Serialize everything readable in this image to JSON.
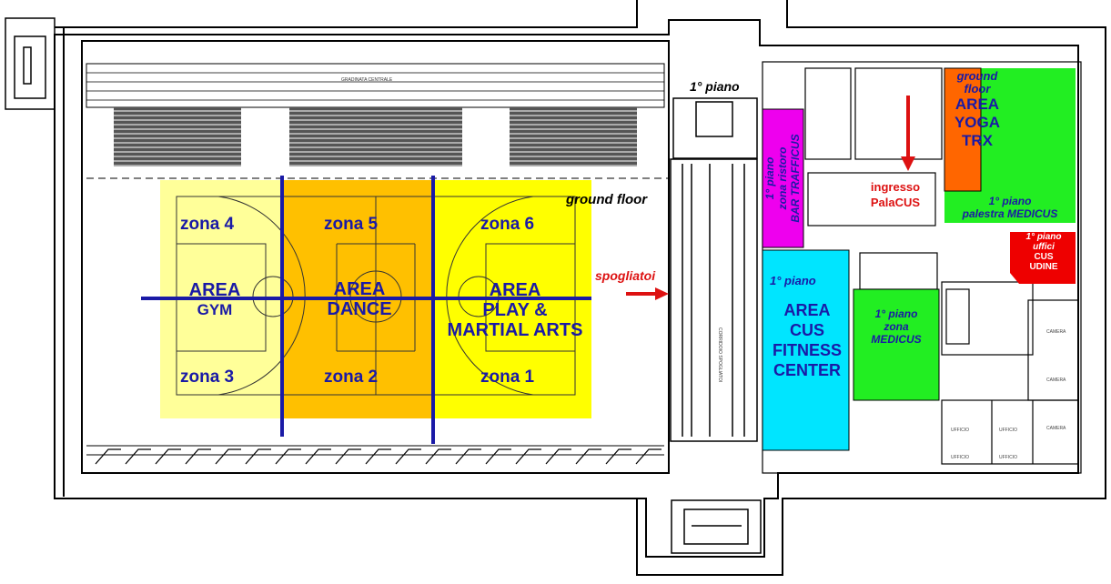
{
  "top": {
    "gradinata": "GRADINATA CENTRALE",
    "piano1_top": "1° piano",
    "ground_floor": "ground floor",
    "spogliatoi": "spogliatoi",
    "corridor_text": "CORRIDOIO SPOGLIATOI"
  },
  "zones": {
    "z4": "zona 4",
    "z5": "zona 5",
    "z6": "zona 6",
    "z3": "zona 3",
    "z2": "zona 2",
    "z1": "zona 1"
  },
  "areas": {
    "gym": [
      "AREA",
      "GYM"
    ],
    "dance": [
      "AREA",
      "DANCE"
    ],
    "play": [
      "AREA",
      "PLAY &",
      "MARTIAL ARTS"
    ]
  },
  "right": {
    "bar": [
      "1° piano",
      "zona ristoro",
      "BAR TRAFFICUS"
    ],
    "ingresso": [
      "ingresso",
      "PalaCUS"
    ],
    "yoga": [
      "ground",
      "floor",
      "AREA",
      "YOGA",
      "TRX"
    ],
    "palestra": [
      "1° piano",
      "palestra MEDICUS"
    ],
    "uffici": [
      "1° piano",
      "uffici",
      "CUS",
      "UDINE"
    ],
    "fitness_head": "1° piano",
    "fitness": [
      "AREA",
      "CUS",
      "FITNESS",
      "CENTER"
    ],
    "medicus": [
      "1° piano",
      "zona",
      "MEDICUS"
    ]
  },
  "rooms": [
    "CAMERA",
    "CAMERA",
    "CAMERA",
    "UFFICIO",
    "UFFICIO",
    "UFFICIO",
    "UFFICIO"
  ],
  "colors": {
    "yellow_light": "#ffff99",
    "yellow": "#ffff00",
    "orange_light": "#ffc000",
    "magenta": "#ee00ee",
    "cyan": "#00e5ff",
    "green": "#22ee22",
    "orange": "#ff6600",
    "red": "#ee0000",
    "blue": "#1a1aa6"
  }
}
